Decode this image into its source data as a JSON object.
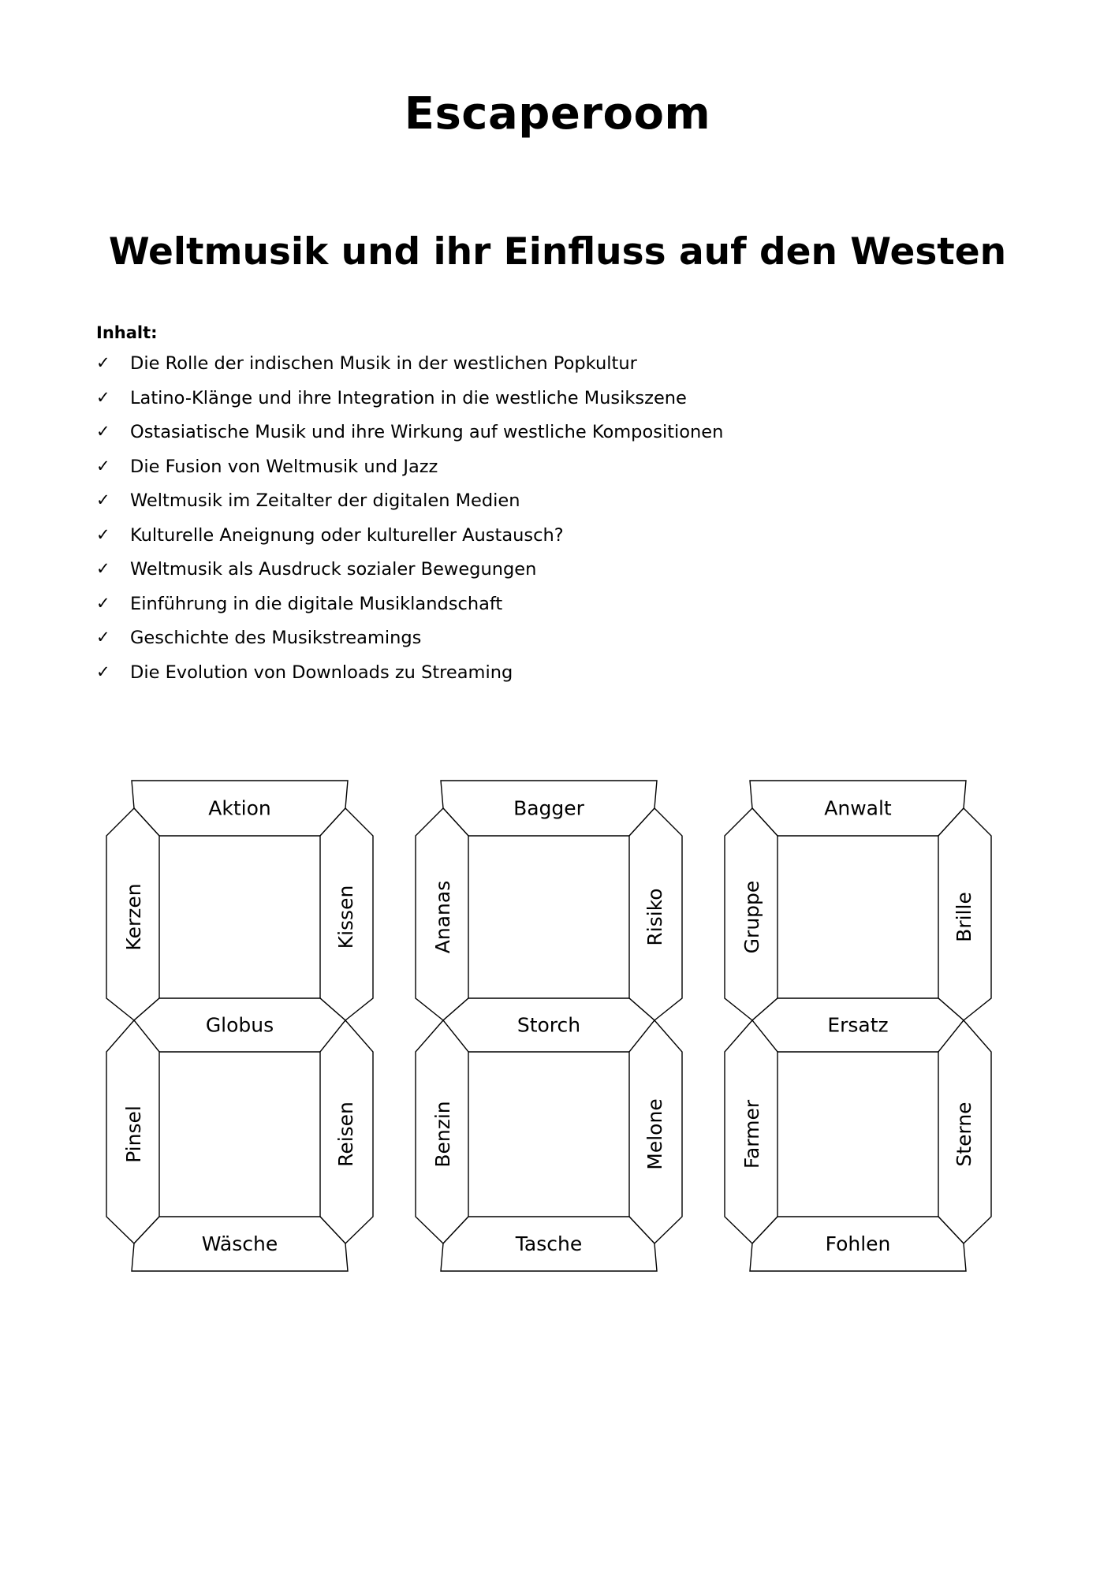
{
  "header": {
    "title": "Escaperoom",
    "subtitle": "Weltmusik und ihr Einfluss auf den Westen"
  },
  "contents": {
    "label": "Inhalt:",
    "check_symbol": "✓",
    "items": [
      "Die Rolle der indischen Musik in der westlichen Popkultur",
      "Latino-Klänge und ihre Integration in die westliche Musikszene",
      "Ostasiatische Musik und ihre Wirkung auf westliche Kompositionen",
      "Die Fusion von Weltmusik und Jazz",
      "Weltmusik im Zeitalter der digitalen Medien",
      "Kulturelle Aneignung oder kultureller Austausch?",
      "Weltmusik als Ausdruck sozialer Bewegungen",
      "Einführung in die digitale Musiklandschaft",
      "Geschichte des Musikstreamings",
      "Die Evolution von Downloads zu Streaming"
    ]
  },
  "digits": [
    {
      "top": "Aktion",
      "upper_left": "Kerzen",
      "upper_right": "Kissen",
      "middle": "Globus",
      "lower_left": "Pinsel",
      "lower_right": "Reisen",
      "bottom": "Wäsche"
    },
    {
      "top": "Bagger",
      "upper_left": "Ananas",
      "upper_right": "Risiko",
      "middle": "Storch",
      "lower_left": "Benzin",
      "lower_right": "Melone",
      "bottom": "Tasche"
    },
    {
      "top": "Anwalt",
      "upper_left": "Gruppe",
      "upper_right": "Brille",
      "middle": "Ersatz",
      "lower_left": "Farmer",
      "lower_right": "Sterne",
      "bottom": "Fohlen"
    }
  ]
}
